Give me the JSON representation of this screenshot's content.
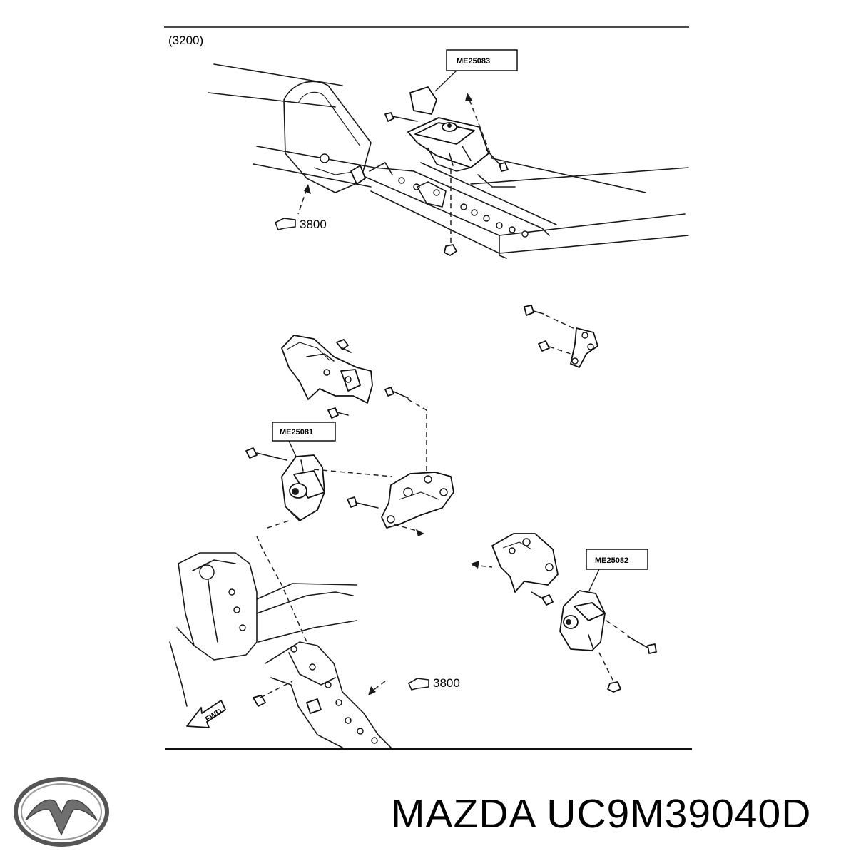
{
  "section_code": "(3200)",
  "parts": {
    "top": "ME25083",
    "left": "ME25081",
    "right": "ME25082"
  },
  "references": {
    "upper": "3800",
    "lower": "3800"
  },
  "fwd_label": "FWD",
  "brand_text": "MAZDA UC9M39040D",
  "logo": "mazda-logo"
}
